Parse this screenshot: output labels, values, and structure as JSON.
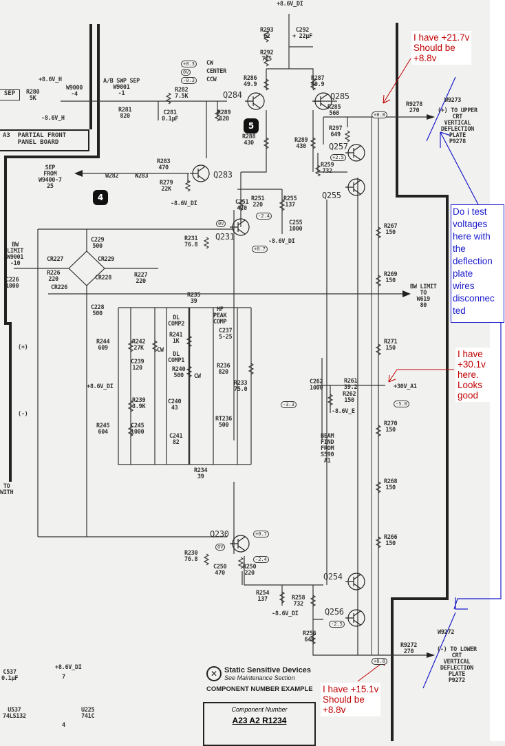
{
  "schematic": {
    "labels": {
      "vtop": "+8.6V_DI",
      "r293": "R293\n62",
      "c292": "C292\n+ 22µF",
      "r292": "R292\n715",
      "r286": "R286\n49.9",
      "r287": "R287\n49.9",
      "r285": "R285\n560",
      "r288": "R288\n430",
      "r289b": "R289\n430",
      "r297": "R297\n649",
      "r259": "R259\n732",
      "r251": "R251\n220",
      "r255": "R255\n137",
      "c251": "C251\n470",
      "c255": "C255\n1000",
      "vneg1": "-8.6V_DI",
      "r231": "R231\n76.8",
      "c229": "C229\n500",
      "cr227": "CR227",
      "cr229": "CR229",
      "r226": "R226\n220",
      "cr226": "CR226",
      "cr228": "CR228",
      "r227": "R227\n220",
      "c226": "C226\n1000",
      "bwlimit": "BW\nLIMIT\nW9001\n-10",
      "c228": "C228\n500",
      "r235": "R235\n39",
      "hfpeak": "HF\nPEAK\nCOMP",
      "c237": "C237\n5-25",
      "dlcomp2": "DL\nCOMP2",
      "r241": "R241\n1K",
      "cw1": "CW",
      "dlcomp1": "DL\nCOMP1",
      "r240": "R240\n500",
      "cw2": "CW",
      "r244": "R244\n609",
      "r242": "R242\n27K",
      "c239": "C239\n120",
      "vpos2": "+8.6V_DI",
      "r239": "R239\n3.9K",
      "c240": "C240\n43",
      "r245": "R245\n604",
      "c245": "C245\n1000",
      "c241": "C241\n82",
      "r234": "R234\n39",
      "r236": "R236\n820",
      "r233": "R233\n75.0",
      "rt236": "RT236\n500",
      "r267": "R267\n150",
      "r269": "R269\n150",
      "bwout": "BW LIMIT\nTO\nW619\n80",
      "r271": "R271\n150",
      "r261": "R261\n39.2",
      "c262": "C262\n1000",
      "r262": "R262\n150",
      "v30": "+30V_A1",
      "vneg2": "-8.6V_E",
      "beam": "BEAM\nFIND\nFROM\nS590\nA1",
      "r270": "R270\n150",
      "r268": "R268\n150",
      "r266": "R266\n150",
      "r230": "R230\n76.8",
      "c250": "C250\n470",
      "r250": "R250\n220",
      "r254": "R254\n137",
      "r258": "R258\n732",
      "vneg3": "-8.6V_DI",
      "r256": "R256\n649",
      "r9272": "R9272\n270",
      "w9272": "W9272",
      "lowerplate": "(-) TO LOWER\nCRT\nVERTICAL\nDEFLECTION\nPLATE\nP9272",
      "r9278": "R9278\n270",
      "w9273": "W9273",
      "upperplate": "(+) TO UPPER\nCRT\nVERTICAL\nDEFLECTION\nPLATE\nP9278",
      "r280": "R280\n5K",
      "vh1": "+8.6V_H",
      "vh2": "-8.6V_H",
      "w9000": "W9000\n-4",
      "absep": "A/B SWP SEP\nW9001\n-1",
      "r281": "R281\n820",
      "r282": "R282\n7.5K",
      "c281": "C281\n0.1µF",
      "r289": "R289\n620",
      "sepfrom": "SEP\nFROM\nW9400-7\n25",
      "w282": "W282",
      "w283": "W283",
      "r283": "R283\n470",
      "r279": "R279\n22K",
      "vneg4": "-8.6V_DI",
      "c537": "C537\n0.1µF",
      "u537": "U537\n74LS132",
      "vpos3": "+8.6V_DI",
      "pin7": "7",
      "pin4": "4",
      "u225": "U225\n741C",
      "plus": "(+)",
      "minus": "(-)",
      "towith": "TO\nWITH",
      "cw": "CW",
      "center": "CENTER",
      "ccw": "CCW"
    },
    "transistors": {
      "q284": "Q284",
      "q285": "Q285",
      "q257": "Q257",
      "q255": "Q255",
      "q283": "Q283",
      "q231": "Q231",
      "q230": "Q230",
      "q254": "Q254",
      "q256": "Q256"
    },
    "badges": {
      "cw": "+0.3",
      "center": "0V",
      "ccw": "-0.3",
      "upper_out": "+8.8",
      "q257": "+2.5",
      "q255b": "-2.4",
      "q231c": "+0.7",
      "q231b": "0V",
      "c262": "-3.3",
      "v30": "-5.0",
      "q230c": "+0.7",
      "q230b": "0V",
      "q230e": "-2.4",
      "q256": "-2.5",
      "lower_out": "+8.8"
    },
    "markers": {
      "five": "5",
      "four": "4"
    },
    "boxes": {
      "sep": "SEP",
      "a3": "A3  PARTIAL FRONT\n    PANEL BOARD"
    },
    "static": {
      "title": "Static Sensitive Devices",
      "subtitle": "See Maintenance Section",
      "example_title": "COMPONENT NUMBER EXAMPLE",
      "component_number": "Component Number",
      "example": "A23 A2 R1234"
    }
  },
  "annotations": {
    "upper": "I have +21.7v\nShould be\n+8.8v",
    "question": "Do i test\nvoltages\nhere with\nthe\ndeflection\nplate\nwires\ndisconnec\nted",
    "middle": "I have\n+30.1v\nhere.\nLooks\ngood",
    "lower": "I have +15.1v\nShould be\n+8.8v",
    "red_color": "#c00000",
    "blue_color": "#1a1acc"
  }
}
